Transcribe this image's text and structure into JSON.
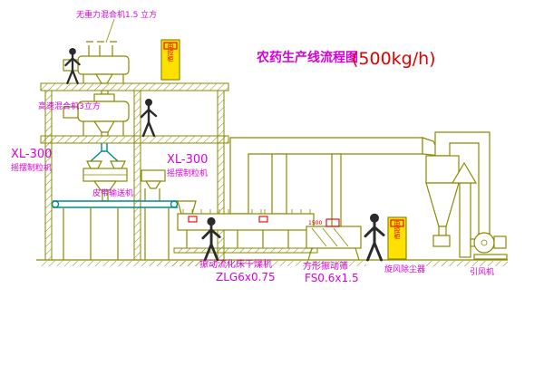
{
  "title": {
    "name": "农药生产线流程图",
    "capacity": "(500kg/h)"
  },
  "labels": {
    "top_mixer": "无重力混合机1.5 立方",
    "high_speed_mixer": "高速混合机3立方",
    "granulator_left": {
      "model": "XL-300",
      "name": "摇摆制粒机"
    },
    "granulator_right": {
      "model": "XL-300",
      "name": "摇摆制粒机"
    },
    "belt_conveyor": "皮带输送机",
    "fluid_bed_dryer": {
      "name": "振动流化床干燥机",
      "model": "ZLG6x0.75"
    },
    "vibrating_screen": {
      "name": "方形振动筛",
      "model": "FS0.6x1.5",
      "dimension": "1500"
    },
    "cyclone": "旋风除尘器",
    "induced_draft_fan": "引风机",
    "control_cabinet_top": "电控柜",
    "control_cabinet_right": "电控柜"
  },
  "colors": {
    "drawing_line": "#8a8a00",
    "accent_line": "#008b8b",
    "label_text": "#d800d8",
    "highlight": "#e00000",
    "cabinet_fill": "#ffe100",
    "figure": "#2b2b2b",
    "background": "#ffffff"
  }
}
